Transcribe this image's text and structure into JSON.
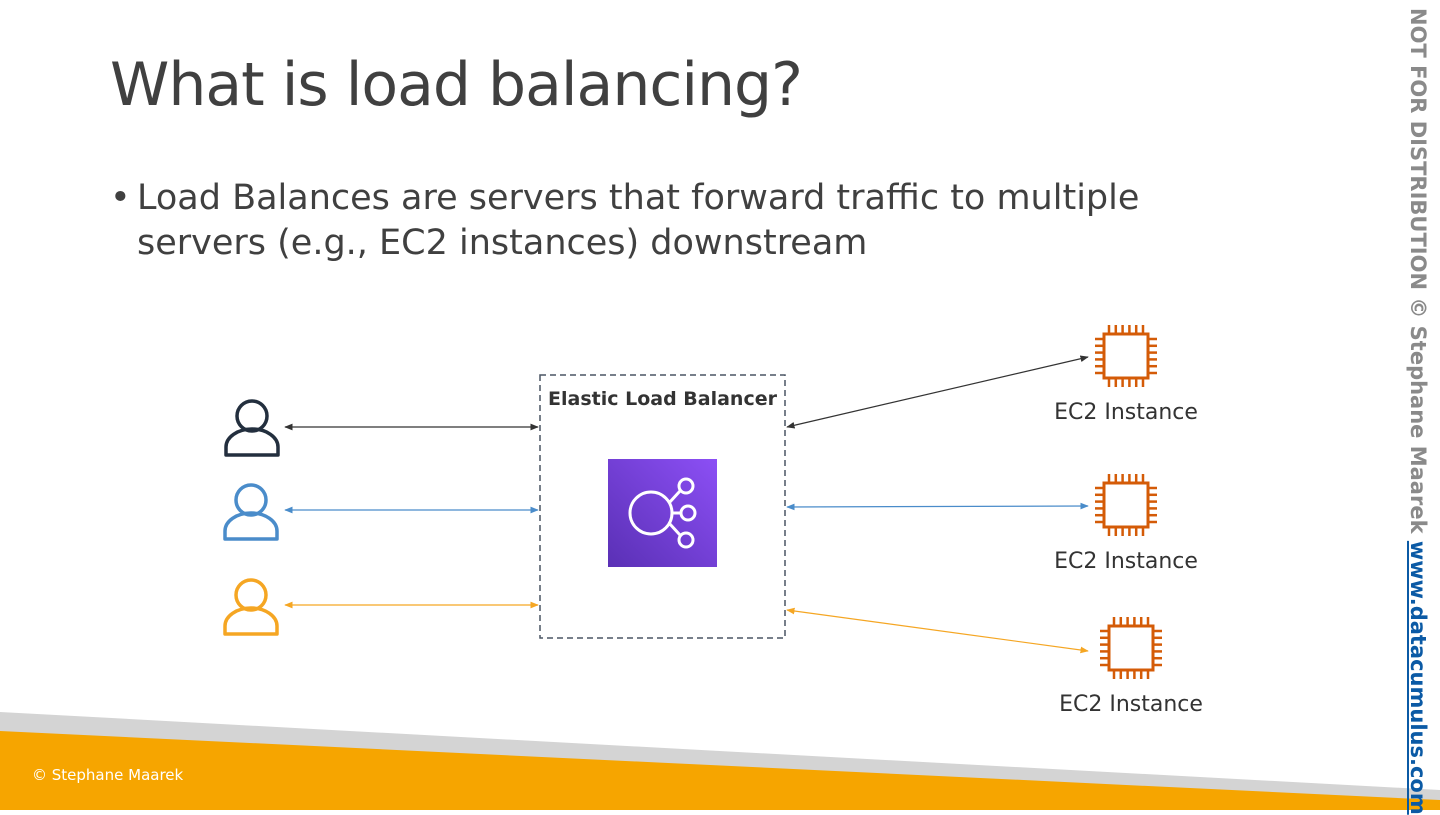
{
  "slide": {
    "title": "What is load balancing?",
    "bullet": {
      "marker": "•",
      "text": "Load Balances are servers that forward traffic to multiple servers (e.g., EC2 instances) downstream"
    }
  },
  "diagram": {
    "load_balancer": {
      "label": "Elastic Load Balancer",
      "icon": "elastic-load-balancing-icon",
      "color": "#7b3fd6"
    },
    "users": [
      {
        "icon": "user-icon",
        "color": "#232f3e"
      },
      {
        "icon": "user-icon",
        "color": "#4a8cca"
      },
      {
        "icon": "user-icon",
        "color": "#f5a623"
      }
    ],
    "instances": [
      {
        "label": "EC2 Instance",
        "icon": "ec2-chip-icon"
      },
      {
        "label": "EC2 Instance",
        "icon": "ec2-chip-icon"
      },
      {
        "label": "EC2 Instance",
        "icon": "ec2-chip-icon"
      }
    ],
    "instance_color": "#d45b07"
  },
  "footer": {
    "copyright": "© Stephane Maarek",
    "accent_color": "#f6a500"
  },
  "side_banner": {
    "notice": "NOT FOR DISTRIBUTION © Stephane Maarek",
    "website": "www.datacumulus.com"
  }
}
